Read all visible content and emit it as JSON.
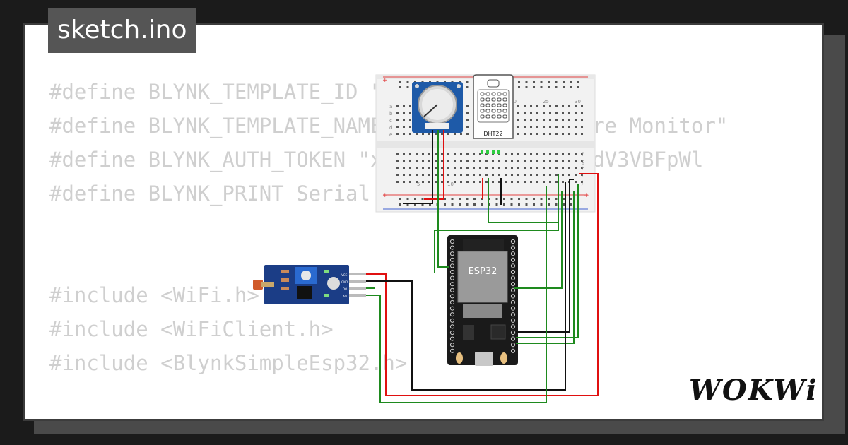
{
  "file_tab": {
    "name": "sketch.ino"
  },
  "code": {
    "lines": [
      "#define BLYNK_TEMPLATE_ID \"TMPL3",
      "#define BLYNK_TEMPLATE_NAME \"Smart Agriculture Monitor\"",
      "#define BLYNK_AUTH_TOKEN \"xYtbKQf1sJ9P2AwDDqdV3VBFpWl",
      "#define BLYNK_PRINT Serial",
      "",
      "",
      "#include <WiFi.h>",
      "#include <WiFiClient.h>",
      "#include <BlynkSimpleEsp32.h>"
    ]
  },
  "brand": {
    "logo_text": "WOKWi"
  },
  "breadboard": {
    "column_numbers": [
      "5",
      "10",
      "20",
      "25",
      "30"
    ],
    "row_letters_top": [
      "a",
      "b",
      "c",
      "d",
      "e"
    ],
    "row_letters_bottom": [
      "f",
      "g",
      "h",
      "i",
      "j"
    ]
  },
  "components": {
    "esp32": {
      "label": "ESP32"
    },
    "dht22": {
      "label": "DHT22"
    },
    "ldr_module": {
      "pin_labels": [
        "VCC",
        "GND",
        "DO",
        "AO"
      ]
    }
  },
  "colors": {
    "background": "#1b1b1b",
    "card": "#ffffff",
    "code_text": "#cfcfcf",
    "tab_bg": "#555555",
    "wire_green": "#1e8a1e",
    "wire_red": "#e01010",
    "wire_black": "#111111"
  }
}
